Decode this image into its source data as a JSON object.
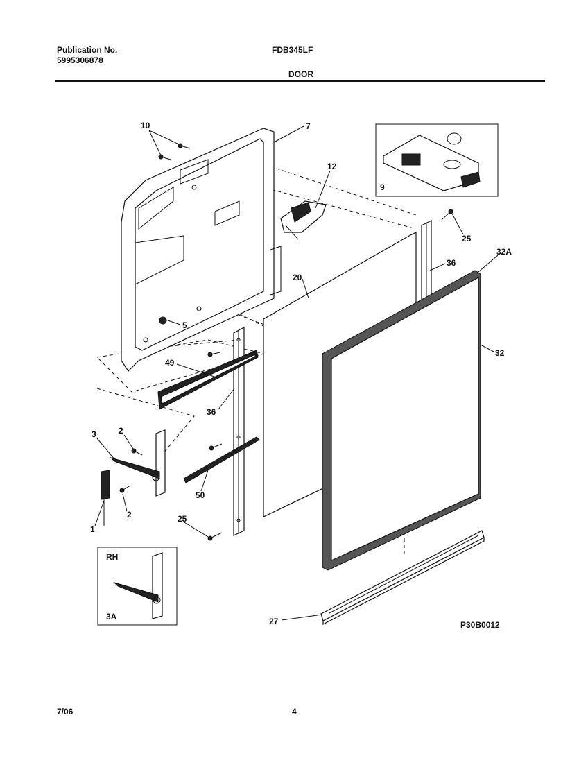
{
  "header": {
    "publication_label": "Publication No.",
    "publication_number": "5995306878",
    "model": "FDB345LF",
    "section": "DOOR"
  },
  "footer": {
    "date": "7/06",
    "page": "4"
  },
  "diagram": {
    "drawing_code": "P30B0012",
    "callouts": {
      "c10": "10",
      "c7": "7",
      "c12": "12",
      "c9": "9",
      "c25a": "25",
      "c32a": "32A",
      "c36a": "36",
      "c20": "20",
      "c5": "5",
      "c32": "32",
      "c49": "49",
      "c36b": "36",
      "c3": "3",
      "c2a": "2",
      "c2b": "2",
      "c1": "1",
      "c50": "50",
      "c25b": "25",
      "c27": "27",
      "inset_rh": "RH",
      "inset_3a": "3A"
    }
  }
}
